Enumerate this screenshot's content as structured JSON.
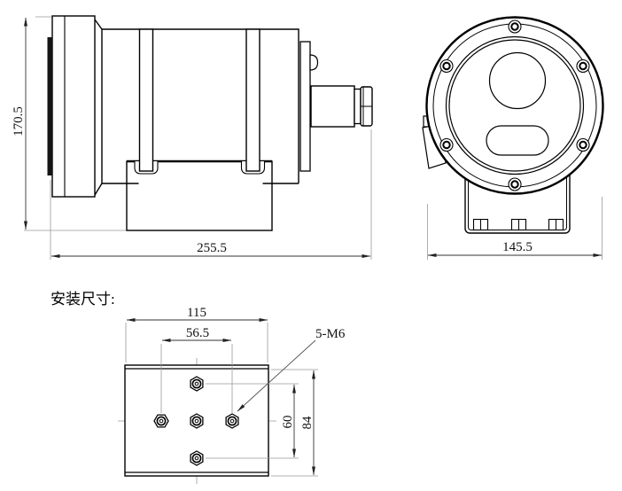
{
  "labels": {
    "title": "安装尺寸:",
    "thread": "5-M6"
  },
  "dims": {
    "side_height": "170.5",
    "side_length": "255.5",
    "front_width": "145.5",
    "mount_width": "115",
    "mount_hole_span": "56.5",
    "mount_hole_span_v": "60",
    "mount_height": "84"
  },
  "colors": {
    "object_line": "#000000",
    "dimension_line": "#333333",
    "extension_line": "#999999",
    "background": "#ffffff"
  }
}
